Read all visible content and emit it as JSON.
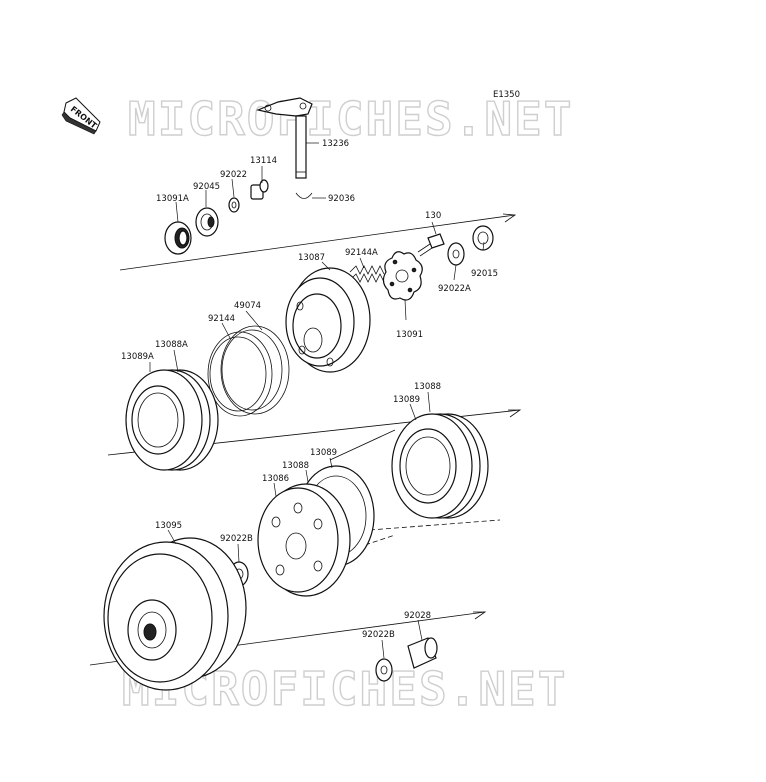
{
  "diagram": {
    "code": "E1350",
    "front_label": "FRONT",
    "watermark": "MICROFICHES.NET",
    "parts": {
      "p13236": "13236",
      "p13114": "13114",
      "p92022": "92022",
      "p92045": "92045",
      "p13091A": "13091A",
      "p92036": "92036",
      "p130": "130",
      "p92144A": "92144A",
      "p13087": "13087",
      "p92015": "92015",
      "p92022A": "92022A",
      "p13091": "13091",
      "p49074": "49074",
      "p92144": "92144",
      "p13088A": "13088A",
      "p13089A": "13089A",
      "p13088": "13088",
      "p13089": "13089",
      "p13089b": "13089",
      "p13088b": "13088",
      "p13086": "13086",
      "p13095": "13095",
      "p92022B": "92022B",
      "p92028": "92028",
      "p92022Bb": "92022B"
    }
  }
}
